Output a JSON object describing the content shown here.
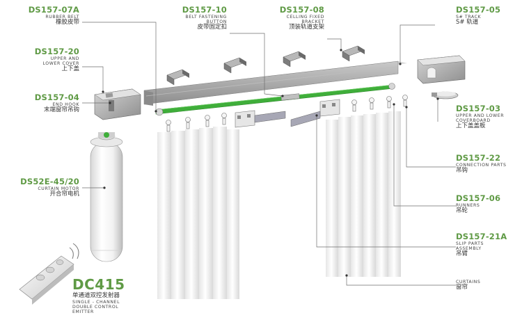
{
  "labels": {
    "rubber_belt": {
      "code": "DS157-07A",
      "en": "RUBBER BELT",
      "cn": "橡胶皮带"
    },
    "belt_button": {
      "code": "DS157-10",
      "en1": "BELT FASTENING",
      "en2": "BUTTON",
      "cn": "皮带固定扣"
    },
    "ceiling_bracket": {
      "code": "DS157-08",
      "en1": "CELLING FIXED",
      "en2": "BRACKET",
      "cn": "顶装轨道支架"
    },
    "track": {
      "code": "DS157-05",
      "en": "S# TRACK",
      "cn": "S# 轨道"
    },
    "upper_lower_cover": {
      "code": "DS157-20",
      "en1": "UPPER AND",
      "en2": "LOWER COVER",
      "cn": "上下盖"
    },
    "end_hook": {
      "code": "DS157-04",
      "en": "END HOOK",
      "cn": "末端窗帘吊钩"
    },
    "motor": {
      "code": "DS52E-45/20",
      "en": "CURTAIN MOTOR",
      "cn": "开合帘电机"
    },
    "coverboard": {
      "code": "DS157-03",
      "en1": "UPPER AND LOWER",
      "en2": "COVERBOARD",
      "cn": "上下盖盖板"
    },
    "connection_parts": {
      "code": "DS157-22",
      "en": "CONNECTION PARTS",
      "cn": "吊钩"
    },
    "runners": {
      "code": "DS157-06",
      "en": "RUNNERS",
      "cn": "吊轮"
    },
    "slip_parts": {
      "code": "DS157-21A",
      "en1": "SLIP PARTS",
      "en2": "ASSEMBLY",
      "cn": "吊臂"
    },
    "curtains": {
      "en": "CURTAINS",
      "cn": "窗帘"
    },
    "remote": {
      "code": "DC415",
      "cn": "单通道双控发射器",
      "en1": "SINGLE - CHANNEL",
      "en2": "DOUBLE CONTROL",
      "en3": "EMITTER"
    }
  },
  "colors": {
    "accent_green": "#5f9a45",
    "belt_green": "#3fae3a",
    "track_gray": "#9a9a9a",
    "leader_line": "#6d6d6d"
  }
}
